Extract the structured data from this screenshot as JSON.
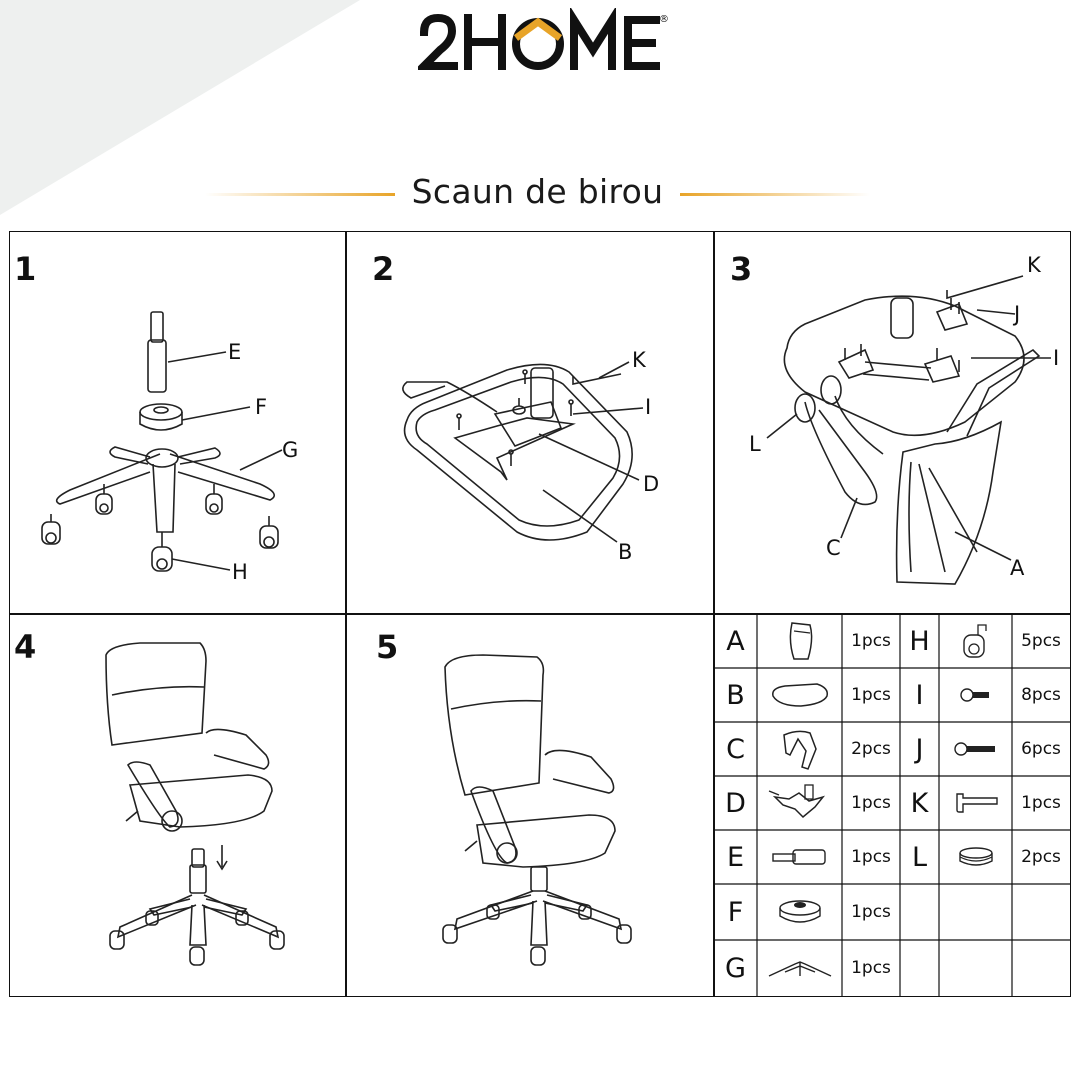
{
  "brand": {
    "logo_text": "2HOME",
    "registered_mark": "®",
    "accent_color": "#e8a428"
  },
  "title": "Scaun de birou",
  "steps": [
    {
      "number": "1",
      "labels": {
        "e": "E",
        "f": "F",
        "g": "G",
        "h": "H"
      }
    },
    {
      "number": "2",
      "labels": {
        "k": "K",
        "i": "I",
        "d": "D",
        "b": "B"
      }
    },
    {
      "number": "3",
      "labels": {
        "k": "K",
        "j": "J",
        "i": "I",
        "l": "L",
        "c": "C",
        "a": "A"
      }
    },
    {
      "number": "4"
    },
    {
      "number": "5"
    }
  ],
  "parts": [
    {
      "letter": "A",
      "qty": "1pcs",
      "icon": "backrest-icon"
    },
    {
      "letter": "B",
      "qty": "1pcs",
      "icon": "seat-icon"
    },
    {
      "letter": "C",
      "qty": "2pcs",
      "icon": "armrest-icon"
    },
    {
      "letter": "D",
      "qty": "1pcs",
      "icon": "mechanism-icon"
    },
    {
      "letter": "E",
      "qty": "1pcs",
      "icon": "gas-lift-icon"
    },
    {
      "letter": "F",
      "qty": "1pcs",
      "icon": "gas-lift-cover-icon"
    },
    {
      "letter": "G",
      "qty": "1pcs",
      "icon": "star-base-icon"
    },
    {
      "letter": "H",
      "qty": "5pcs",
      "icon": "caster-icon"
    },
    {
      "letter": "I",
      "qty": "8pcs",
      "icon": "short-bolt-icon"
    },
    {
      "letter": "J",
      "qty": "6pcs",
      "icon": "long-bolt-icon"
    },
    {
      "letter": "K",
      "qty": "1pcs",
      "icon": "allen-key-icon"
    },
    {
      "letter": "L",
      "qty": "2pcs",
      "icon": "armrest-cap-icon"
    }
  ]
}
